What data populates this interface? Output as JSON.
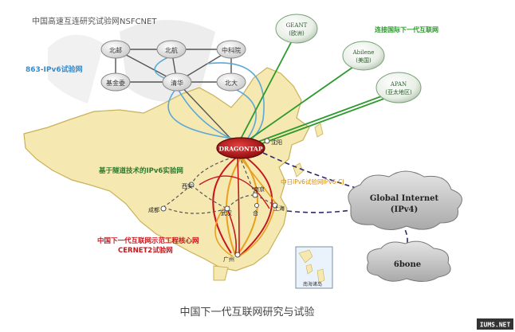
{
  "top_title": "中国高速互连研究试验网NSFCNET",
  "label_863": "863-IPv6试验网",
  "nsfc_nodes": {
    "beiyou": "北邮",
    "beihang": "北航",
    "zhongkeyuan": "中科院",
    "jijinwei": "基金委",
    "qinghua": "清华",
    "beida": "北大"
  },
  "intl_title": "连接国际下一代互联网",
  "intl_nodes": {
    "geant_name": "GEANT",
    "geant_region": "(欧洲)",
    "abilene_name": "Abilene",
    "abilene_region": "(美国)",
    "apan_name": "APAN",
    "apan_region": "(亚太地区)"
  },
  "dragontap": "DRAGONTAP",
  "cities": {
    "shenyang": "沈阳",
    "xian": "西安",
    "nanjing": "南京",
    "chengdu": "成都",
    "wuhan": "武汉",
    "hefei": "合",
    "shanghai": "上海",
    "guangzhou": "广州"
  },
  "tunnel_label": "基于隧道技术的IPv6实验网",
  "ipv6cx_label": "中日IPv6试验网IPv6-CJ",
  "cernet2_label_line1": "中国下一代互联网示范工程核心网",
  "cernet2_label_line2": "CERNET2试验网",
  "cloud_global_line1": "Global Internet",
  "cloud_global_line2": "(IPv4)",
  "cloud_6bone": "6bone",
  "inset_label": "南海诸岛",
  "bottom_title": "中国下一代互联网研究与试验",
  "watermark": "IUMS.NET",
  "colors": {
    "green": "#2e9a2e",
    "red": "#c8161d",
    "orange": "#e8a020",
    "blue_line": "#5aa9d6",
    "map_fill": "#f5e8b0",
    "map_edge": "#c9b15a",
    "sea": "#ffffff"
  }
}
